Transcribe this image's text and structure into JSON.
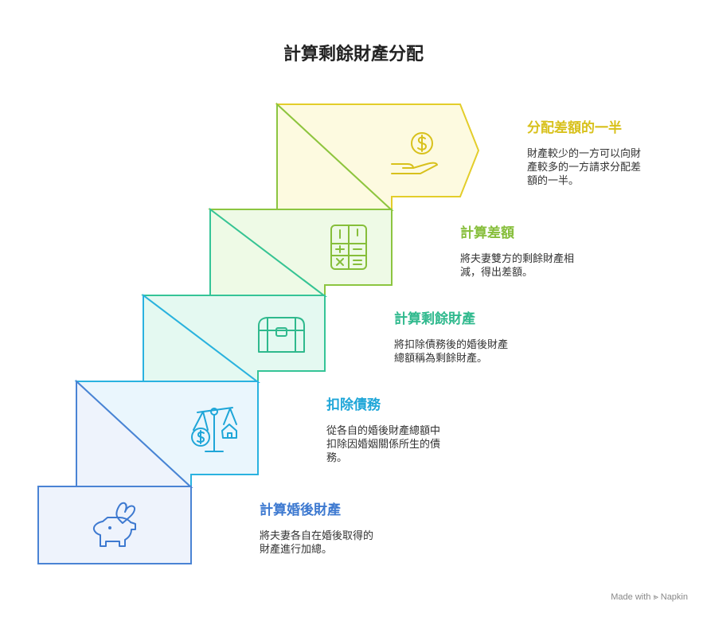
{
  "title": "計算剩餘財產分配",
  "steps": [
    {
      "heading": "計算婚後財產",
      "desc_lines": [
        "將夫妻各自在婚後取得的",
        "財產進行加總。"
      ],
      "icon": "piggy-bank-heart-icon",
      "colors": {
        "fill": "#EEF3FC",
        "stroke": "#4A83D4",
        "text": "#3D79D0"
      }
    },
    {
      "heading": "扣除債務",
      "desc_lines": [
        "從各自的婚後財產總額中",
        "扣除因婚姻關係所生的債",
        "務。"
      ],
      "icon": "scale-coin-house-icon",
      "colors": {
        "fill": "#EAF6FD",
        "stroke": "#2AB2E0",
        "text": "#1FA6D8"
      }
    },
    {
      "heading": "計算剩餘財產",
      "desc_lines": [
        "將扣除債務後的婚後財產",
        "總額稱為剩餘財產。"
      ],
      "icon": "treasure-chest-icon",
      "colors": {
        "fill": "#E4F9F1",
        "stroke": "#35C497",
        "text": "#2FB98D"
      }
    },
    {
      "heading": "計算差額",
      "desc_lines": [
        "將夫妻雙方的剩餘財產相",
        "減，得出差額。"
      ],
      "icon": "calculator-icon",
      "colors": {
        "fill": "#EEFAE6",
        "stroke": "#8CC540",
        "text": "#86BE3A"
      }
    },
    {
      "heading": "分配差額的一半",
      "desc_lines": [
        "財產較少的一方可以向財",
        "產較多的一方請求分配差",
        "額的一半。"
      ],
      "icon": "hand-coin-icon",
      "colors": {
        "fill": "#FDFAE0",
        "stroke": "#E3CD2A",
        "text": "#D8C11C"
      }
    }
  ],
  "footer": {
    "made_with": "Made with",
    "brand": "Napkin"
  }
}
